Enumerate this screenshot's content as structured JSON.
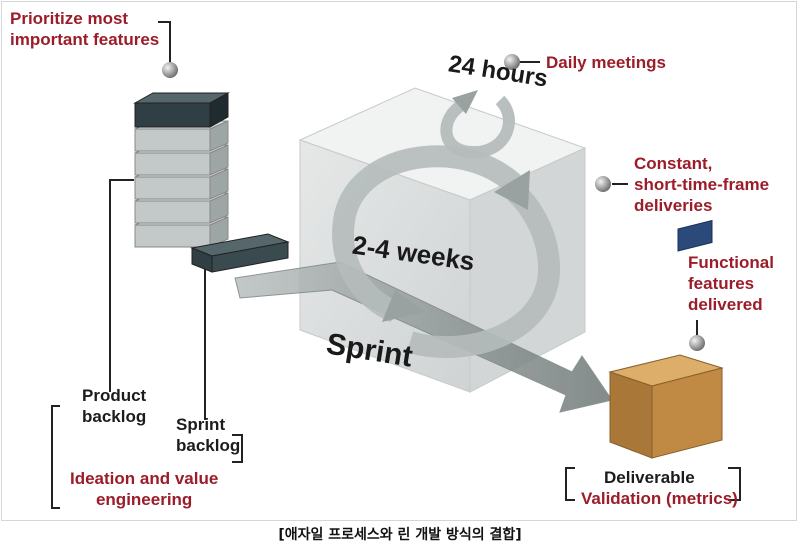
{
  "labels": {
    "prioritize": [
      "Prioritize most",
      "important features"
    ],
    "daily_meetings": "Daily meetings",
    "constant_deliveries": [
      "Constant,",
      "short-time-frame",
      "deliveries"
    ],
    "functional_features": [
      "Functional",
      "features",
      "delivered"
    ],
    "product_backlog": [
      "Product",
      "backlog"
    ],
    "sprint_backlog": [
      "Sprint",
      "backlog"
    ],
    "ideation": [
      "Ideation and value",
      "engineering"
    ],
    "deliverable": "Deliverable",
    "validation": "Validation (metrics)",
    "hours": "24 hours",
    "weeks": "2-4 weeks",
    "sprint": "Sprint"
  },
  "caption": "[애자일 프로세스와 린 개발 방식의 결합]",
  "colors": {
    "accent_red": "#9b1d2a",
    "text_dark": "#1c1c1c",
    "block_dark": "#2f3f44",
    "block_light": "#c8cccc",
    "box_brown": "#c08a45"
  }
}
